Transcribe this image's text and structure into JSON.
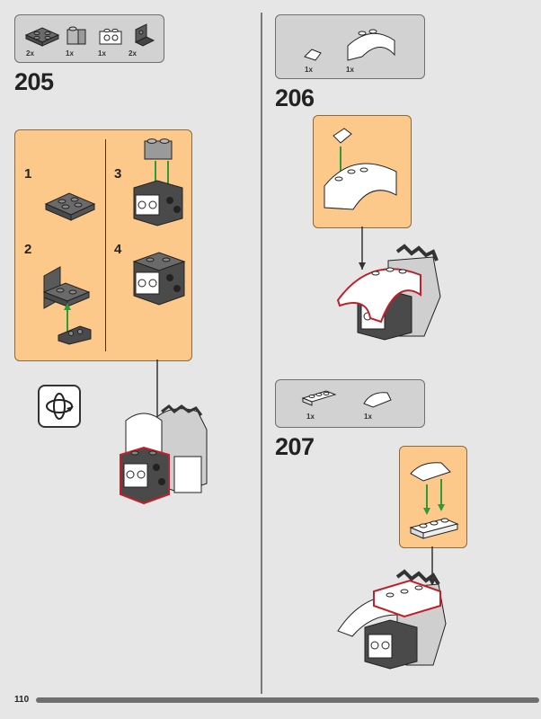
{
  "page_number": "110",
  "step_205": {
    "number": "205",
    "parts": [
      {
        "qty": "2x",
        "icon": "dark-gray-plate-2x2-icon"
      },
      {
        "qty": "1x",
        "icon": "light-gray-brick-1x2-icon"
      },
      {
        "qty": "1x",
        "icon": "white-brick-side-studs-icon"
      },
      {
        "qty": "2x",
        "icon": "dark-gray-bracket-icon"
      }
    ],
    "substeps": [
      "1",
      "2",
      "3",
      "4"
    ],
    "rotate_icon": "rotate-model-icon"
  },
  "step_206": {
    "number": "206",
    "parts": [
      {
        "qty": "1x",
        "icon": "white-slope-tile-icon"
      },
      {
        "qty": "1x",
        "icon": "white-curved-arch-icon"
      }
    ]
  },
  "step_207": {
    "number": "207",
    "parts": [
      {
        "qty": "1x",
        "icon": "white-plate-1x3-icon"
      },
      {
        "qty": "1x",
        "icon": "white-curved-slope-icon"
      }
    ]
  },
  "colors": {
    "orange_box": "#fcc98a",
    "parts_box": "#d2d2d2",
    "highlight_red": "#c0202a",
    "arrow_green": "#2f9a3a"
  }
}
